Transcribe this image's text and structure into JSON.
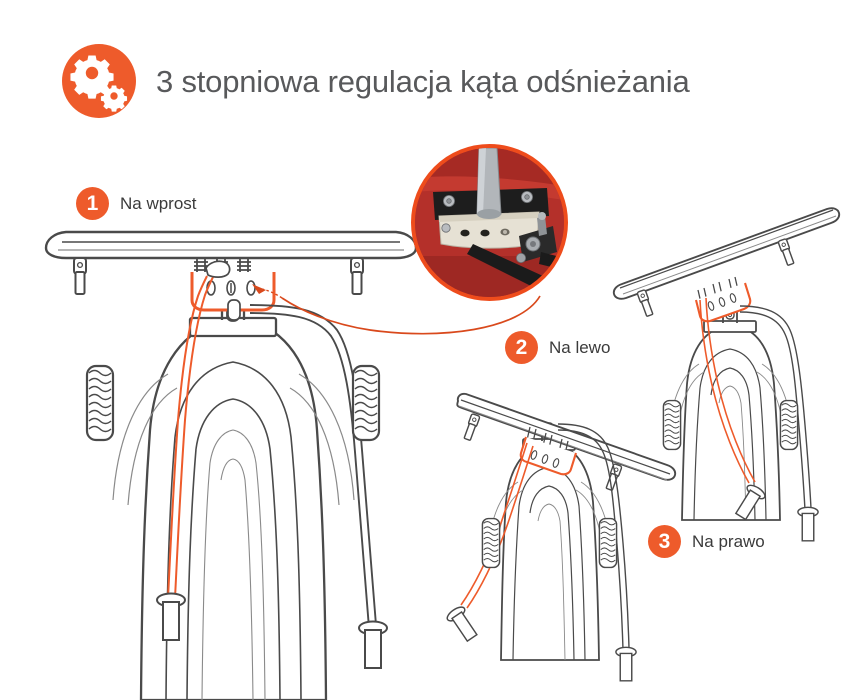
{
  "header": {
    "title": "3 stopniowa regulacja kąta odśnieżania",
    "badge_icon": "gears-icon",
    "badge_color": "#ee5b2b",
    "title_color": "#58595b"
  },
  "steps": [
    {
      "number": "1",
      "label": "Na wprost",
      "state": "straight"
    },
    {
      "number": "2",
      "label": "Na lewo",
      "state": "left"
    },
    {
      "number": "3",
      "label": "Na prawo",
      "state": "right"
    }
  ],
  "photo_inset": {
    "name": "bracket-closeup-photo",
    "alt": "Zblizenie mocowania regulacji kata",
    "ring_color": "#ee4c1c",
    "background_color": "#b4302a"
  },
  "callout": {
    "name": "callout-arrow",
    "color": "#d9491c",
    "from": "photo-inset",
    "to": "adjustment-bracket"
  },
  "palette": {
    "orange": "#ee5b2b",
    "orange_dark": "#d9491c",
    "line_dark": "#4a4a4a",
    "line_light": "#8a8a8a",
    "photo_red": "#b4302a",
    "background": "#ffffff",
    "text": "#3b3b3b"
  },
  "diagram": {
    "machine": "snow-blade-mounted-machine",
    "highlight": "adjustment-rod-and-bracket",
    "bracket_holes": 3
  }
}
